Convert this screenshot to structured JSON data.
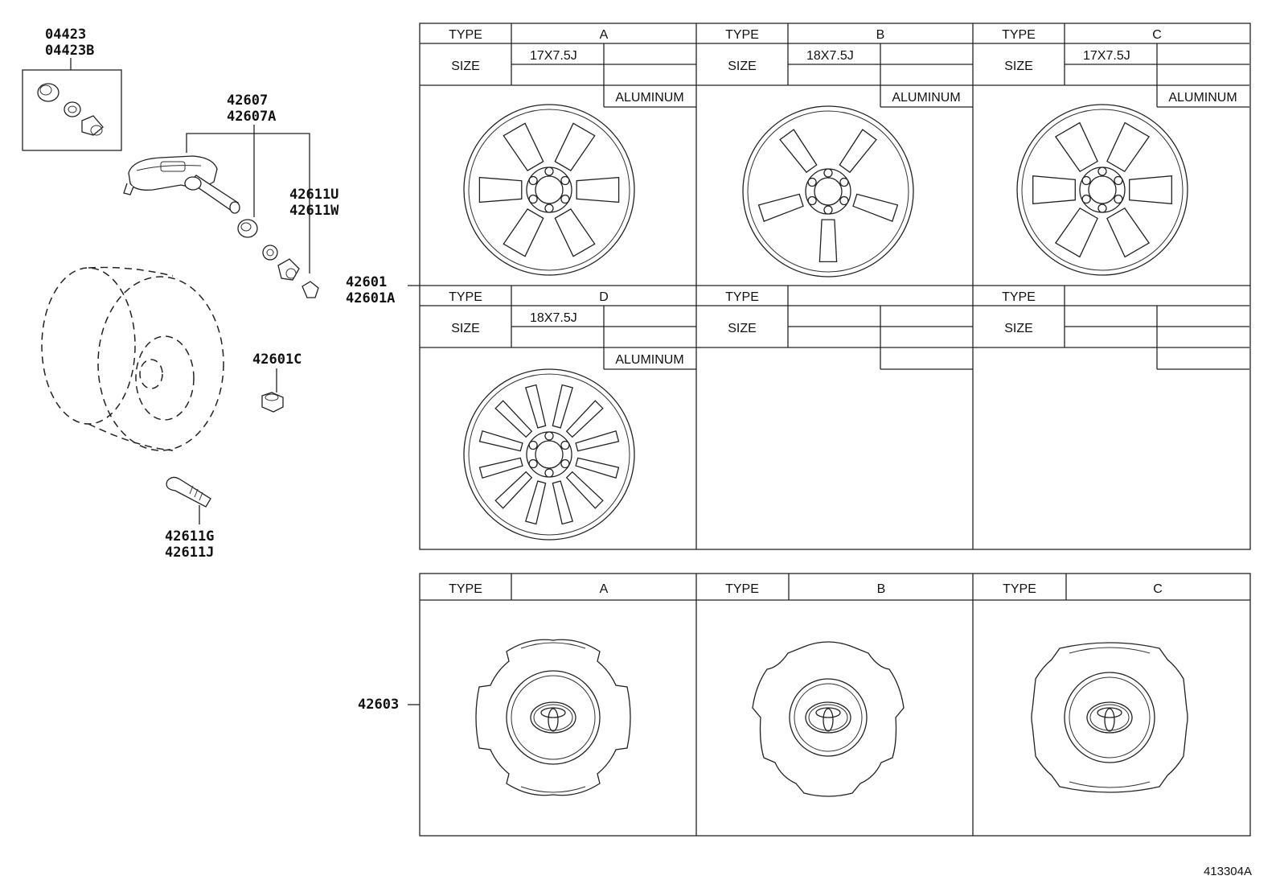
{
  "part_labels": {
    "p04423": "04423",
    "p04423b": "04423B",
    "p42607": "42607",
    "p42607a": "42607A",
    "p42611u": "42611U",
    "p42611w": "42611W",
    "p42601": "42601",
    "p42601a": "42601A",
    "p42601c": "42601C",
    "p42611g": "42611G",
    "p42611j": "42611J",
    "p42603": "42603"
  },
  "table_labels": {
    "type": "TYPE",
    "size": "SIZE",
    "material": "ALUMINUM"
  },
  "wheels": [
    {
      "type": "A",
      "size": "17X7.5J",
      "material": "ALUMINUM"
    },
    {
      "type": "B",
      "size": "18X7.5J",
      "material": "ALUMINUM"
    },
    {
      "type": "C",
      "size": "17X7.5J",
      "material": "ALUMINUM"
    },
    {
      "type": "D",
      "size": "18X7.5J",
      "material": "ALUMINUM"
    },
    {
      "type": "",
      "size": "",
      "material": ""
    },
    {
      "type": "",
      "size": "",
      "material": ""
    }
  ],
  "caps": [
    {
      "type": "A"
    },
    {
      "type": "B"
    },
    {
      "type": "C"
    }
  ],
  "figure_number": "413304A",
  "icons": {
    "wheel_a": "6-spoke-wheel-icon",
    "wheel_b": "5-spoke-wheel-icon",
    "wheel_c": "6-spoke-wheel-icon",
    "wheel_d": "12-spoke-wheel-icon",
    "center_cap": "toyota-center-cap-icon"
  }
}
